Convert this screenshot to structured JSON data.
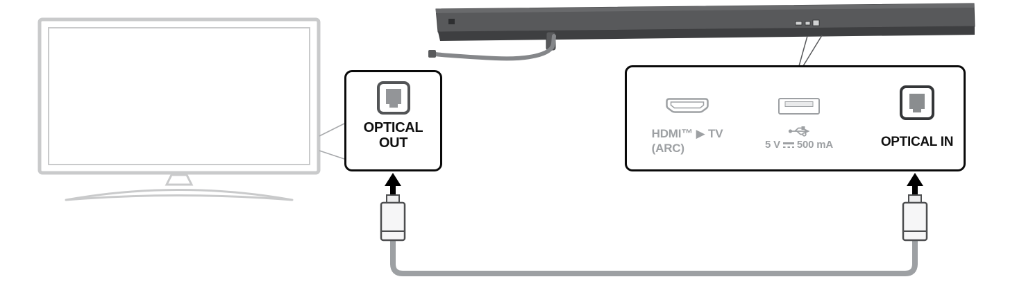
{
  "callouts": {
    "optical_out": {
      "line1": "OPTICAL",
      "line2": "OUT"
    },
    "rear_panel": {
      "hdmi": {
        "label": "HDMI™ ▶ TV",
        "sublabel": "(ARC)"
      },
      "usb": {
        "volts": "5 V",
        "current": "500 mA"
      },
      "optical_in": {
        "label": "OPTICAL IN"
      }
    }
  },
  "icons": {
    "hdmi_port": "hdmi-port-icon",
    "usb_port": "usb-port-icon",
    "usb_symbol": "usb-trident-icon",
    "optical_port": "optical-port-icon",
    "dc_power": "dc-solid-dashed-icon",
    "arrow": "black-up-arrow"
  },
  "colors": {
    "callout_border": "#000000",
    "gray_label": "#9da0a3",
    "black_label": "#101010",
    "tv_outline": "#c9cacb",
    "soundbar_body": "#58595b",
    "soundbar_underside": "#3e3f41",
    "cable": "#9da0a3"
  }
}
